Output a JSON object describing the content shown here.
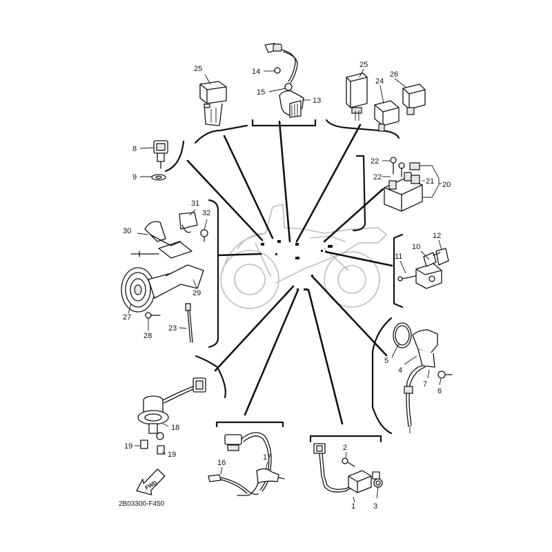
{
  "diagram": {
    "drawing_code": "2B03300-F450",
    "fwd_label": "FWD",
    "callouts": {
      "c1": "1",
      "c2": "2",
      "c3": "3",
      "c4": "4",
      "c5": "5",
      "c6": "6",
      "c7": "7",
      "c8": "8",
      "c9": "9",
      "c10": "10",
      "c11": "11",
      "c12": "12",
      "c13": "13",
      "c14": "14",
      "c15": "15",
      "c16": "16",
      "c17": "17",
      "c18": "18",
      "c19a": "19",
      "c19b": "19",
      "c20": "20",
      "c21": "21",
      "c22a": "22",
      "c22b": "22",
      "c23": "23",
      "c24": "24",
      "c25a": "25",
      "c25b": "25",
      "c26": "26",
      "c27": "27",
      "c28": "28",
      "c29": "29",
      "c30": "30",
      "c31": "31",
      "c32": "32"
    }
  }
}
